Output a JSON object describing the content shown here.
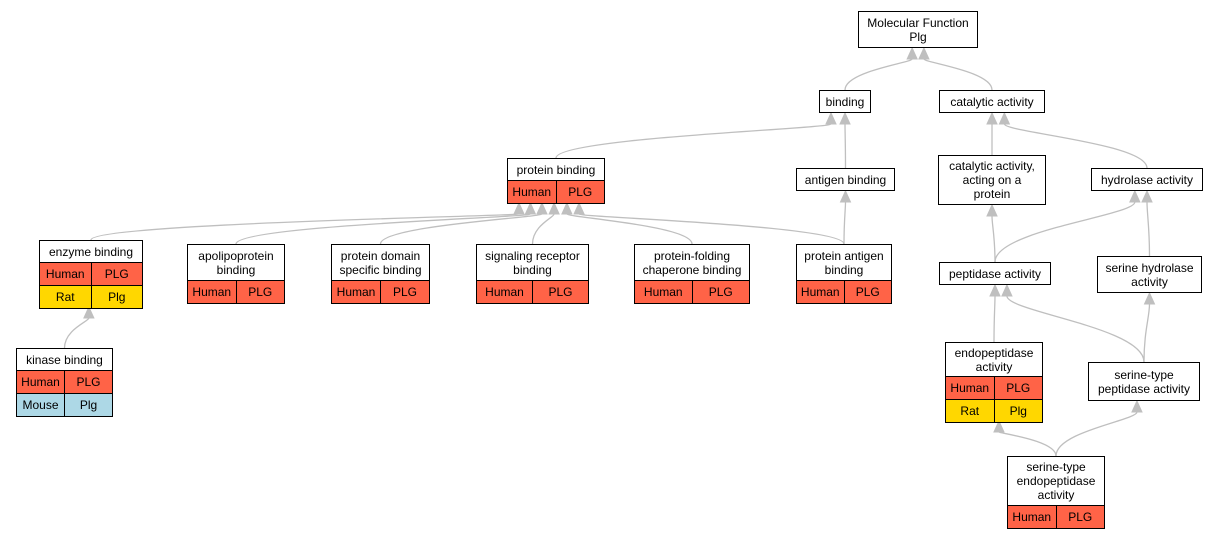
{
  "colors": {
    "edge": "#bfbfbf",
    "Human": "#ff6347",
    "Rat": "#ffd700",
    "Mouse": "#add8e6"
  },
  "nodes": [
    {
      "id": "molecular-function",
      "label": "Molecular Function\nPlg",
      "rows": []
    },
    {
      "id": "binding",
      "label": "binding",
      "rows": []
    },
    {
      "id": "catalytic-activity",
      "label": "catalytic activity",
      "rows": []
    },
    {
      "id": "protein-binding",
      "label": "protein binding",
      "rows": [
        {
          "species": "Human",
          "gene": "PLG"
        }
      ]
    },
    {
      "id": "antigen-binding",
      "label": "antigen binding",
      "rows": []
    },
    {
      "id": "catalytic-activity-protein",
      "label": "catalytic activity,\nacting on a\nprotein",
      "rows": []
    },
    {
      "id": "hydrolase-activity",
      "label": "hydrolase activity",
      "rows": []
    },
    {
      "id": "enzyme-binding",
      "label": "enzyme binding",
      "rows": [
        {
          "species": "Human",
          "gene": "PLG"
        },
        {
          "species": "Rat",
          "gene": "Plg"
        }
      ]
    },
    {
      "id": "apolipoprotein-binding",
      "label": "apolipoprotein\nbinding",
      "rows": [
        {
          "species": "Human",
          "gene": "PLG"
        }
      ]
    },
    {
      "id": "protein-domain-specific-binding",
      "label": "protein domain\nspecific binding",
      "rows": [
        {
          "species": "Human",
          "gene": "PLG"
        }
      ]
    },
    {
      "id": "signaling-receptor-binding",
      "label": "signaling receptor\nbinding",
      "rows": [
        {
          "species": "Human",
          "gene": "PLG"
        }
      ]
    },
    {
      "id": "protein-folding-chaperone-binding",
      "label": "protein-folding\nchaperone binding",
      "rows": [
        {
          "species": "Human",
          "gene": "PLG"
        }
      ]
    },
    {
      "id": "protein-antigen-binding",
      "label": "protein antigen\nbinding",
      "rows": [
        {
          "species": "Human",
          "gene": "PLG"
        }
      ]
    },
    {
      "id": "peptidase-activity",
      "label": "peptidase activity",
      "rows": []
    },
    {
      "id": "serine-hydrolase-activity",
      "label": "serine hydrolase\nactivity",
      "rows": []
    },
    {
      "id": "kinase-binding",
      "label": "kinase binding",
      "rows": [
        {
          "species": "Human",
          "gene": "PLG"
        },
        {
          "species": "Mouse",
          "gene": "Plg"
        }
      ]
    },
    {
      "id": "endopeptidase-activity",
      "label": "endopeptidase\nactivity",
      "rows": [
        {
          "species": "Human",
          "gene": "PLG"
        },
        {
          "species": "Rat",
          "gene": "Plg"
        }
      ]
    },
    {
      "id": "serine-type-peptidase-activity",
      "label": "serine-type\npeptidase activity",
      "rows": []
    },
    {
      "id": "serine-type-endopeptidase-activity",
      "label": "serine-type\nendopeptidase\nactivity",
      "rows": [
        {
          "species": "Human",
          "gene": "PLG"
        }
      ]
    }
  ],
  "edges": [
    {
      "from": "binding",
      "to": "molecular-function"
    },
    {
      "from": "catalytic-activity",
      "to": "molecular-function"
    },
    {
      "from": "protein-binding",
      "to": "binding"
    },
    {
      "from": "antigen-binding",
      "to": "binding"
    },
    {
      "from": "catalytic-activity-protein",
      "to": "catalytic-activity"
    },
    {
      "from": "hydrolase-activity",
      "to": "catalytic-activity"
    },
    {
      "from": "enzyme-binding",
      "to": "protein-binding"
    },
    {
      "from": "apolipoprotein-binding",
      "to": "protein-binding"
    },
    {
      "from": "protein-domain-specific-binding",
      "to": "protein-binding"
    },
    {
      "from": "signaling-receptor-binding",
      "to": "protein-binding"
    },
    {
      "from": "protein-folding-chaperone-binding",
      "to": "protein-binding"
    },
    {
      "from": "protein-antigen-binding",
      "to": "protein-binding"
    },
    {
      "from": "protein-antigen-binding",
      "to": "antigen-binding"
    },
    {
      "from": "peptidase-activity",
      "to": "catalytic-activity-protein"
    },
    {
      "from": "peptidase-activity",
      "to": "hydrolase-activity"
    },
    {
      "from": "serine-hydrolase-activity",
      "to": "hydrolase-activity"
    },
    {
      "from": "kinase-binding",
      "to": "enzyme-binding"
    },
    {
      "from": "endopeptidase-activity",
      "to": "peptidase-activity"
    },
    {
      "from": "serine-type-peptidase-activity",
      "to": "peptidase-activity"
    },
    {
      "from": "serine-type-peptidase-activity",
      "to": "serine-hydrolase-activity"
    },
    {
      "from": "serine-type-endopeptidase-activity",
      "to": "endopeptidase-activity"
    },
    {
      "from": "serine-type-endopeptidase-activity",
      "to": "serine-type-peptidase-activity"
    }
  ]
}
